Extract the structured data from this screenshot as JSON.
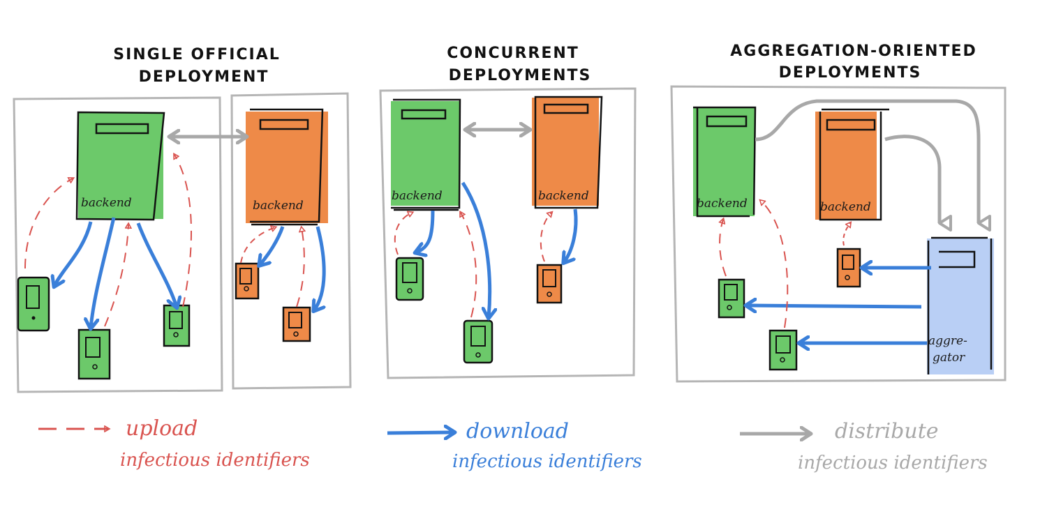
{
  "panels": [
    {
      "title_line1": "SINGLE OFFICIAL",
      "title_line2": "DEPLOYMENT",
      "backends": [
        {
          "label": "backend",
          "color": "green"
        },
        {
          "label": "backend",
          "color": "orange"
        }
      ],
      "devices": {
        "green": 3,
        "orange": 2
      }
    },
    {
      "title_line1": "CONCURRENT",
      "title_line2": "DEPLOYMENTS",
      "backends": [
        {
          "label": "backend",
          "color": "green"
        },
        {
          "label": "backend",
          "color": "orange"
        }
      ],
      "devices": {
        "green": 2,
        "orange": 1
      }
    },
    {
      "title_line1": "AGGREGATION-ORIENTED",
      "title_line2": "DEPLOYMENTS",
      "backends": [
        {
          "label": "backend",
          "color": "green"
        },
        {
          "label": "backend",
          "color": "orange"
        }
      ],
      "aggregator": {
        "label_line1": "aggre-",
        "label_line2": "gator"
      },
      "devices": {
        "green": 2,
        "orange": 1
      }
    }
  ],
  "legend": [
    {
      "line1": "upload",
      "line2": "infectious identifiers",
      "style": "dashed",
      "color": "#d9534f"
    },
    {
      "line1": "download",
      "line2": "infectious identifiers",
      "style": "solid",
      "color": "#3a7fd9"
    },
    {
      "line1": "distribute",
      "line2": "infectious identifiers",
      "style": "solid",
      "color": "#a8a8a8"
    }
  ],
  "colors": {
    "green": "#6cc96a",
    "orange": "#ee8a48",
    "blue_fill": "#b9cff5",
    "upload": "#d9534f",
    "download": "#3a7fd9",
    "distribute": "#a8a8a8",
    "frame": "#b5b5b5"
  }
}
